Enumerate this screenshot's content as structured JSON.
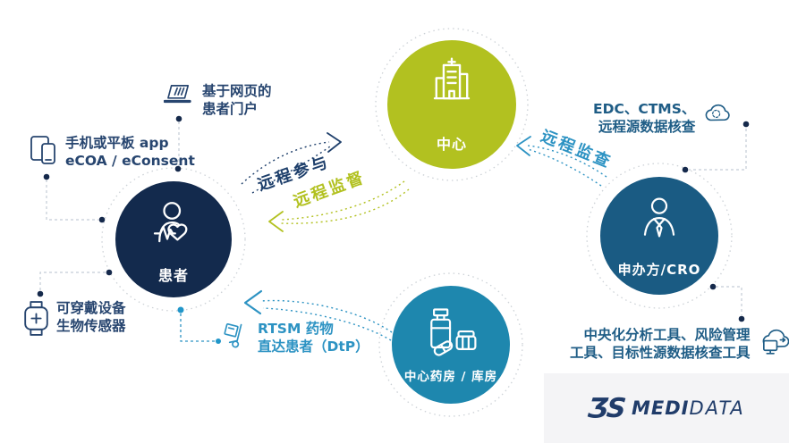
{
  "nodes": {
    "center": {
      "label": "中心",
      "color": "#b2c120",
      "icon": "hospital-icon"
    },
    "patient": {
      "label": "患者",
      "color": "#132a4d",
      "icon": "patient-heart-icon"
    },
    "sponsor": {
      "label": "申办方/CRO",
      "color": "#1a5b83",
      "icon": "person-tie-icon"
    },
    "pharmacy": {
      "label": "中心药房 / 库房",
      "color": "#1e87ae",
      "icon": "medicine-icon"
    }
  },
  "labels": {
    "web_portal": {
      "line1": "基于网页的",
      "line2": "患者门户",
      "icon": "laptop-icon"
    },
    "mobile_app": {
      "line1": "手机或平板 app",
      "line2": "eCOA / eConsent",
      "icon": "tablet-phone-icon"
    },
    "wearable": {
      "line1": "可穿戴设备",
      "line2": "生物传感器",
      "icon": "smartwatch-icon"
    },
    "edc": {
      "line1": "EDC、CTMS、",
      "line2": "远程源数据核查",
      "icon": "cloud-icon"
    },
    "analysis": {
      "line1": "中央化分析工具、风险管理",
      "line2": "工具、目标性源数据核查工具",
      "icon": "cloud-computer-icon"
    },
    "rtsm": {
      "line1": "RTSM 药物",
      "line2": "直达患者（DtP）",
      "icon": "handtruck-icon"
    }
  },
  "flows": {
    "remote_participation": "远程参与",
    "remote_supervision": "远程监督",
    "remote_monitoring": "远程监查"
  },
  "logo": {
    "mark": "ƷS",
    "brand_bold": "MEDI",
    "brand_light": "DATA"
  },
  "colors": {
    "lime": "#b2c120",
    "dark_navy": "#132a4d",
    "steel_blue": "#1a5b83",
    "cerulean": "#1e87ae",
    "teal_accent": "#2d93c3",
    "navy_accent": "#1e3f6b",
    "panel_gray": "#f4f4f6"
  }
}
